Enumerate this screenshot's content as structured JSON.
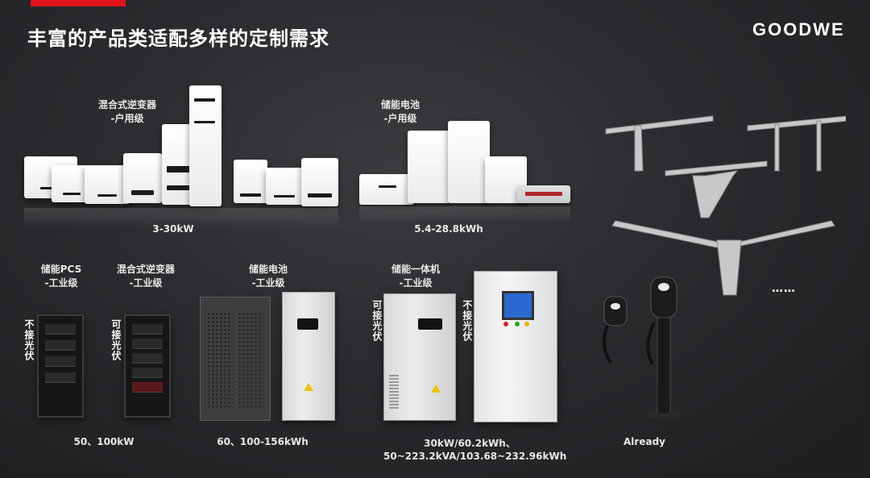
{
  "header": {
    "title": "丰富的产品类适配多样的定制需求",
    "logo": "GOODWE",
    "accent_color": "#e0121c"
  },
  "top_row": {
    "hybrid_inverter_residential": {
      "label_line1": "混合式逆变器",
      "label_line2": "-户用级",
      "capacity": "3-30kW"
    },
    "battery_residential": {
      "label_line1": "储能电池",
      "label_line2": "-户用级",
      "capacity": "5.4-28.8kWh"
    },
    "more": "……"
  },
  "bottom_row": {
    "pcs_industrial": {
      "label_line1": "储能PCS",
      "label_line2": "-工业级",
      "note": "不接光伏"
    },
    "hybrid_inverter_industrial": {
      "label_line1": "混合式逆变器",
      "label_line2": "-工业级",
      "note": "可接光伏"
    },
    "pcs_caption": "50、100kW",
    "battery_industrial": {
      "label_line1": "储能电池",
      "label_line2": "-工业级",
      "capacity": "60、100-156kWh"
    },
    "all_in_one": {
      "label_line1": "储能一体机",
      "label_line2": "-工业级",
      "note_left": "可接光伏",
      "note_right": "不接光伏",
      "capacity_line1": "30kW/60.2kWh、",
      "capacity_line2": "50~223.2kVA/103.68~232.96kWh"
    },
    "ev_charger": {
      "caption": "Already"
    }
  },
  "icons": {
    "carport": "solar-carport-icon",
    "charger": "ev-charger-icon"
  }
}
